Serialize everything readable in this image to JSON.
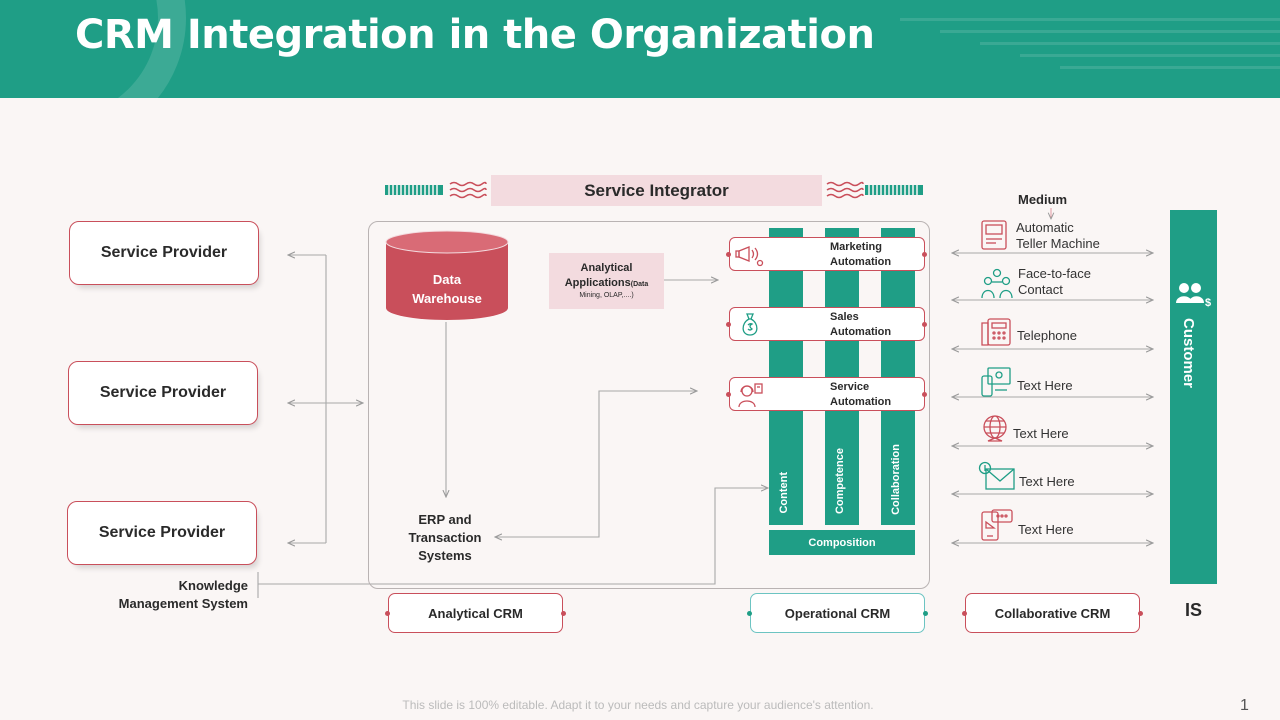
{
  "title": "CRM Integration in the Organization",
  "service_integrator": "Service Integrator",
  "service_providers": [
    "Service Provider",
    "Service Provider",
    "Service Provider"
  ],
  "knowledge_management": [
    "Knowledge",
    "Management System"
  ],
  "data_warehouse": [
    "Data",
    "Warehouse"
  ],
  "analytical_applications": {
    "line1": "Analytical",
    "line2": "Applications",
    "detail_inline": "(Data",
    "detail": "Mining,  OLAP,....)"
  },
  "erp": [
    "ERP and",
    "Transaction",
    "Systems"
  ],
  "automation": [
    {
      "line1": "Marketing",
      "line2": "Automation",
      "icon": "megaphone-icon"
    },
    {
      "line1": "Sales",
      "line2": "Automation",
      "icon": "money-bag-icon"
    },
    {
      "line1": "Service",
      "line2": "Automation",
      "icon": "support-agent-icon"
    }
  ],
  "columns": [
    "Content",
    "Competence",
    "Collaboration"
  ],
  "composition": "Composition",
  "crm_types": [
    "Analytical CRM",
    "Operational CRM",
    "Collaborative CRM"
  ],
  "medium": {
    "heading": "Medium",
    "items": [
      {
        "line1": "Automatic",
        "line2": "Teller Machine",
        "icon": "atm-icon"
      },
      {
        "line1": "Face-to-face",
        "line2": "Contact",
        "icon": "people-exchange-icon"
      },
      {
        "line1": "Telephone",
        "line2": "",
        "icon": "telephone-icon"
      },
      {
        "line1": "Text Here",
        "line2": "",
        "icon": "devices-icon"
      },
      {
        "line1": "Text Here",
        "line2": "",
        "icon": "globe-icon"
      },
      {
        "line1": "Text Here",
        "line2": "",
        "icon": "email-icon"
      },
      {
        "line1": "Text Here",
        "line2": "",
        "icon": "mobile-chat-icon"
      }
    ]
  },
  "customer": "Customer",
  "is_label": "IS",
  "footer": "This slide is 100% editable. Adapt it to your needs and capture your audience's attention.",
  "page_number": "1",
  "colors": {
    "teal": "#1f9e86",
    "red": "#c94f5b",
    "pink": "#f3dbdf",
    "background": "#faf6f5"
  }
}
